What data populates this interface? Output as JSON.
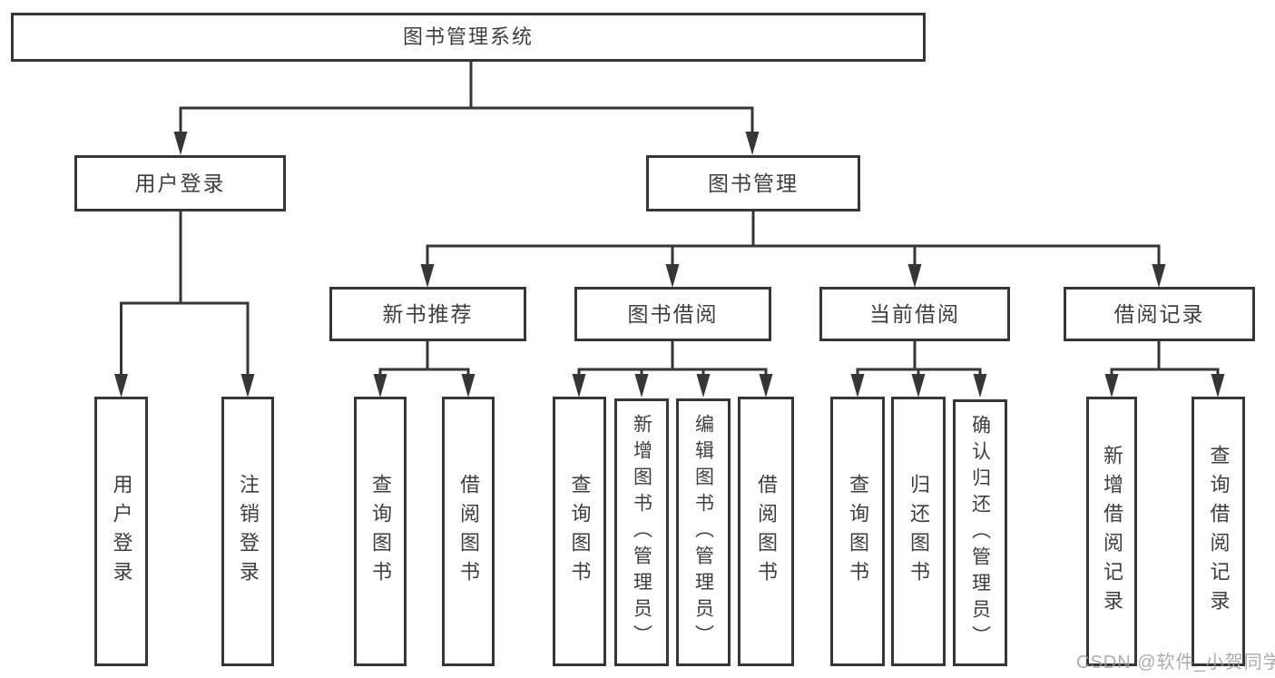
{
  "tree": {
    "label": "图书管理系统",
    "children": [
      {
        "label": "用户登录",
        "children": [
          {
            "label": "用户登录"
          },
          {
            "label": "注销登录"
          }
        ]
      },
      {
        "label": "图书管理",
        "children": [
          {
            "label": "新书推荐",
            "children": [
              {
                "label": "查询图书"
              },
              {
                "label": "借阅图书"
              }
            ]
          },
          {
            "label": "图书借阅",
            "children": [
              {
                "label": "查询图书"
              },
              {
                "label": "新增图书（管理员）"
              },
              {
                "label": "编辑图书（管理员）"
              },
              {
                "label": "借阅图书"
              }
            ]
          },
          {
            "label": "当前借阅",
            "children": [
              {
                "label": "查询图书"
              },
              {
                "label": "归还图书"
              },
              {
                "label": "确认归还（管理员）"
              }
            ]
          },
          {
            "label": "借阅记录",
            "children": [
              {
                "label": "新增借阅记录"
              },
              {
                "label": "查询借阅记录"
              }
            ]
          }
        ]
      }
    ]
  },
  "watermark": {
    "text": "CSDN @软件_小贺同学"
  },
  "colors": {
    "background": "#ffffff",
    "line": "#363636",
    "box_border": "#363636",
    "text": "#3e3e3e",
    "watermark": "#9e9e9e"
  }
}
